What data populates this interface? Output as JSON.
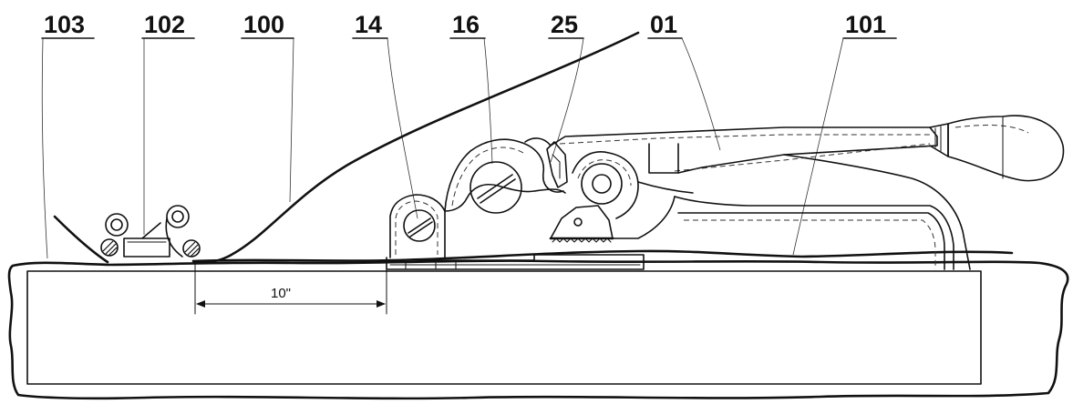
{
  "figure": {
    "reference_labels": {
      "ref_103": "103",
      "ref_102": "102",
      "ref_100": "100",
      "ref_14": "14",
      "ref_16": "16",
      "ref_25": "25",
      "ref_01": "01",
      "ref_101": "101"
    },
    "dimension": {
      "label": "10\""
    }
  },
  "colors": {
    "ink": "#111111",
    "background": "#ffffff"
  }
}
